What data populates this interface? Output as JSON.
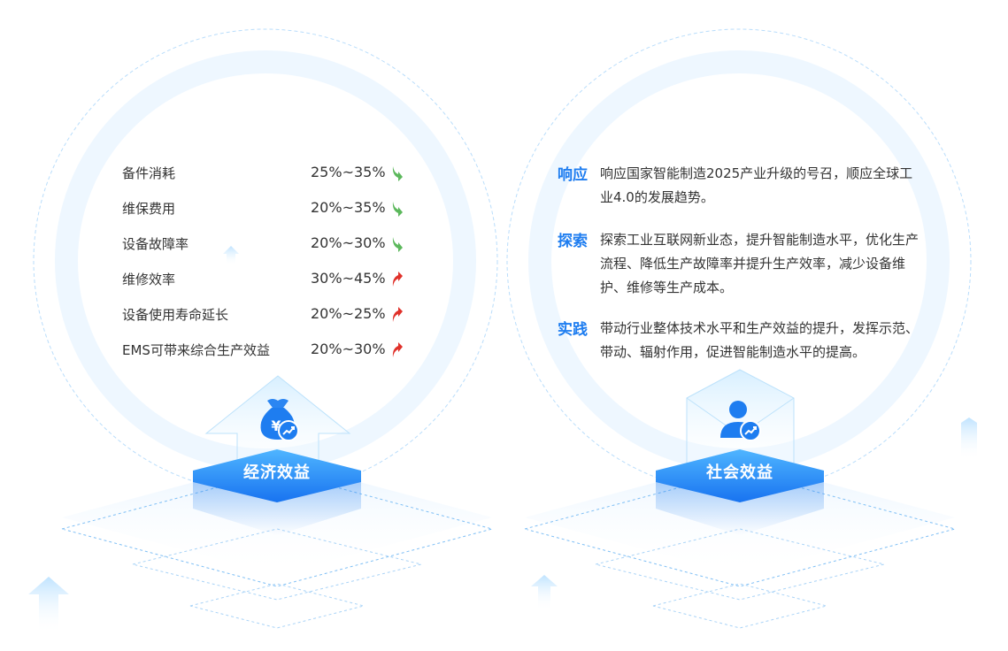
{
  "economic": {
    "title": "经济效益",
    "items": [
      {
        "name": "备件消耗",
        "value": "25%~35%",
        "trend": "down"
      },
      {
        "name": "维保费用",
        "value": "20%~35%",
        "trend": "down"
      },
      {
        "name": "设备故障率",
        "value": "20%~30%",
        "trend": "down"
      },
      {
        "name": "维修效率",
        "value": "30%~45%",
        "trend": "up"
      },
      {
        "name": "设备使用寿命延长",
        "value": "20%~25%",
        "trend": "up"
      },
      {
        "name": "EMS可带来综合生产效益",
        "value": "20%~30%",
        "trend": "up"
      }
    ]
  },
  "social": {
    "title": "社会效益",
    "points": [
      {
        "key": "响应",
        "text": "响应国家智能制造2025产业升级的号召，顺应全球工业4.0的发展趋势。"
      },
      {
        "key": "探索",
        "text": "探索工业互联网新业态，提升智能制造水平，优化生产流程、降低生产故障率并提升生产效率，减少设备维护、维修等生产成本。"
      },
      {
        "key": "实践",
        "text": "带动行业整体技术水平和生产效益的提升，发挥示范、带动、辐射作用，促进智能制造水平的提高。"
      }
    ]
  },
  "colors": {
    "accent": "#1e7df0",
    "down": "#5cb85c",
    "up": "#e0312a",
    "ring": "#bfe0fb"
  },
  "icons": {
    "economic": "money-bag-icon",
    "social": "user-growth-icon",
    "down": "arrow-down-icon",
    "up": "arrow-up-icon"
  }
}
